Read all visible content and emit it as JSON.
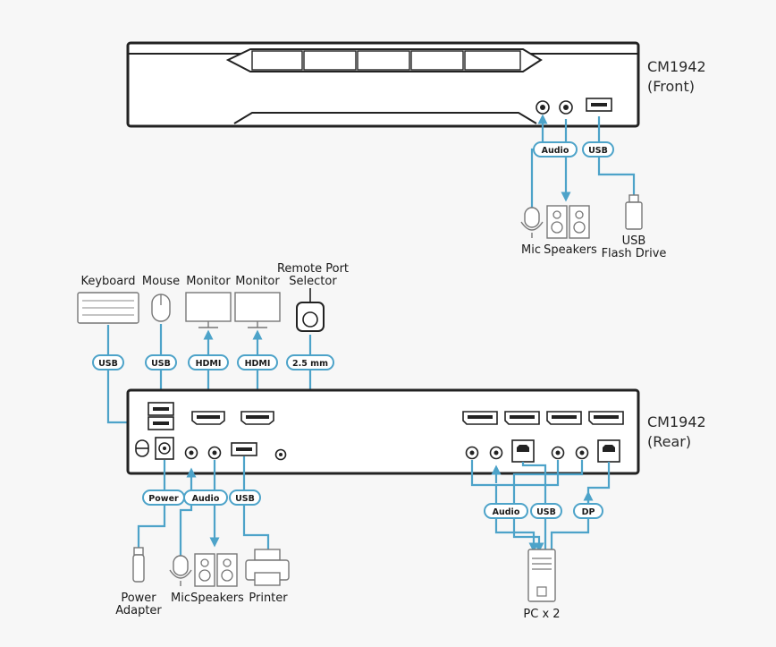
{
  "front": {
    "model": "CM1942",
    "view": "(Front)",
    "tags": {
      "audio": "Audio",
      "usb": "USB"
    },
    "labels": {
      "mic": "Mic",
      "speakers": "Speakers",
      "usb_drive_1": "USB",
      "usb_drive_2": "Flash Drive"
    }
  },
  "rear": {
    "model": "CM1942",
    "view": "(Rear)",
    "top_labels": {
      "keyboard": "Keyboard",
      "mouse": "Mouse",
      "monitor1": "Monitor",
      "monitor2": "Monitor",
      "remote1": "Remote Port",
      "remote2": "Selector"
    },
    "top_tags": {
      "usb1": "USB",
      "usb2": "USB",
      "hdmi1": "HDMI",
      "hdmi2": "HDMI",
      "remote": "2.5 mm"
    },
    "bottom_tags": {
      "power": "Power",
      "audio": "Audio",
      "usb": "USB",
      "audio_pc": "Audio",
      "usb_pc": "USB",
      "dp": "DP"
    },
    "bottom_labels": {
      "power1": "Power",
      "power2": "Adapter",
      "mic": "Mic",
      "speakers": "Speakers",
      "printer": "Printer",
      "pc": "PC x 2"
    }
  },
  "colors": {
    "accent": "#4da3c9",
    "outline": "#222222"
  }
}
